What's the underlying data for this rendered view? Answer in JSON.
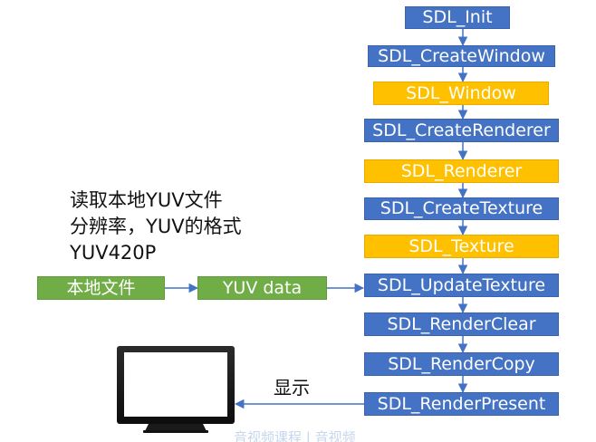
{
  "flow": {
    "steps": [
      {
        "label": "SDL_Init",
        "kind": "call"
      },
      {
        "label": "SDL_CreateWindow",
        "kind": "call"
      },
      {
        "label": "SDL_Window",
        "kind": "object"
      },
      {
        "label": "SDL_CreateRenderer",
        "kind": "call"
      },
      {
        "label": "SDL_Renderer",
        "kind": "object"
      },
      {
        "label": "SDL_CreateTexture",
        "kind": "call"
      },
      {
        "label": "SDL_Texture",
        "kind": "object"
      },
      {
        "label": "SDL_UpdateTexture",
        "kind": "call"
      },
      {
        "label": "SDL_RenderClear",
        "kind": "call"
      },
      {
        "label": "SDL_RenderCopy",
        "kind": "call"
      },
      {
        "label": "SDL_RenderPresent",
        "kind": "call"
      }
    ]
  },
  "source": {
    "file_label": "本地文件",
    "data_label": "YUV data"
  },
  "notes": [
    "读取本地YUV文件",
    "分辨率，YUV的格式",
    "YUV420P"
  ],
  "output": {
    "display_label": "显示"
  },
  "watermark": {
    "text": "音视频课程 | 音视频"
  },
  "colors": {
    "call": "#4472c4",
    "object": "#ffc000",
    "source": "#70ad47",
    "arrow": "#4472c4"
  }
}
